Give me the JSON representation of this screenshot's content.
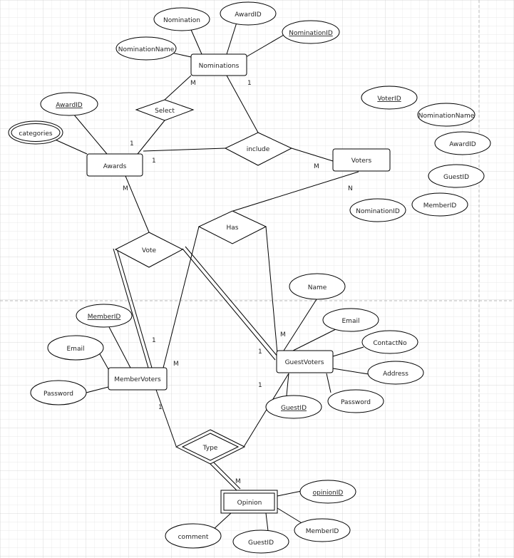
{
  "diagram": {
    "entities": {
      "nominations": "Nominations",
      "awards": "Awards",
      "voters": "Voters",
      "member_voters": "MemberVoters",
      "guest_voters": "GuestVoters",
      "opinion": "Opinion"
    },
    "relationships": {
      "select": "Select",
      "include": "include",
      "has": "Has",
      "vote": "Vote",
      "type": "Type"
    },
    "attributes": {
      "nom_nomination": "Nomination",
      "nom_awardid": "AwardID",
      "nom_nominationname": "NominationName",
      "nom_nominationid": "NominationID",
      "awd_awardid": "AwardID",
      "awd_categories": "categories",
      "vot_voterid": "VoterID",
      "vot_nominationname": "NominationName",
      "vot_awardid": "AwardID",
      "vot_guestid": "GuestID",
      "vot_memberid": "MemberID",
      "vot_nominationid": "NominationID",
      "mem_memberid": "MemberID",
      "mem_email": "Email",
      "mem_password": "Password",
      "gst_name": "Name",
      "gst_email": "Email",
      "gst_contactno": "ContactNo",
      "gst_address": "Address",
      "gst_password": "Password",
      "gst_guestid": "GuestID",
      "op_opinionid": "opinionID",
      "op_memberid": "MemberID",
      "op_guestid": "GuestID",
      "op_comment": "comment"
    },
    "cardinalities": {
      "c_nom_select": "M",
      "c_nom_include": "1",
      "c_awards_select": "1",
      "c_awards_include": "1",
      "c_voters_include": "M",
      "c_voters_has": "N",
      "c_awards_vote": "M",
      "c_member_vote": "1",
      "c_member_has": "M",
      "c_member_type": "1",
      "c_guest_has": "M",
      "c_guest_vote": "1",
      "c_guest_type": "1",
      "c_opinion_type": "M"
    }
  }
}
